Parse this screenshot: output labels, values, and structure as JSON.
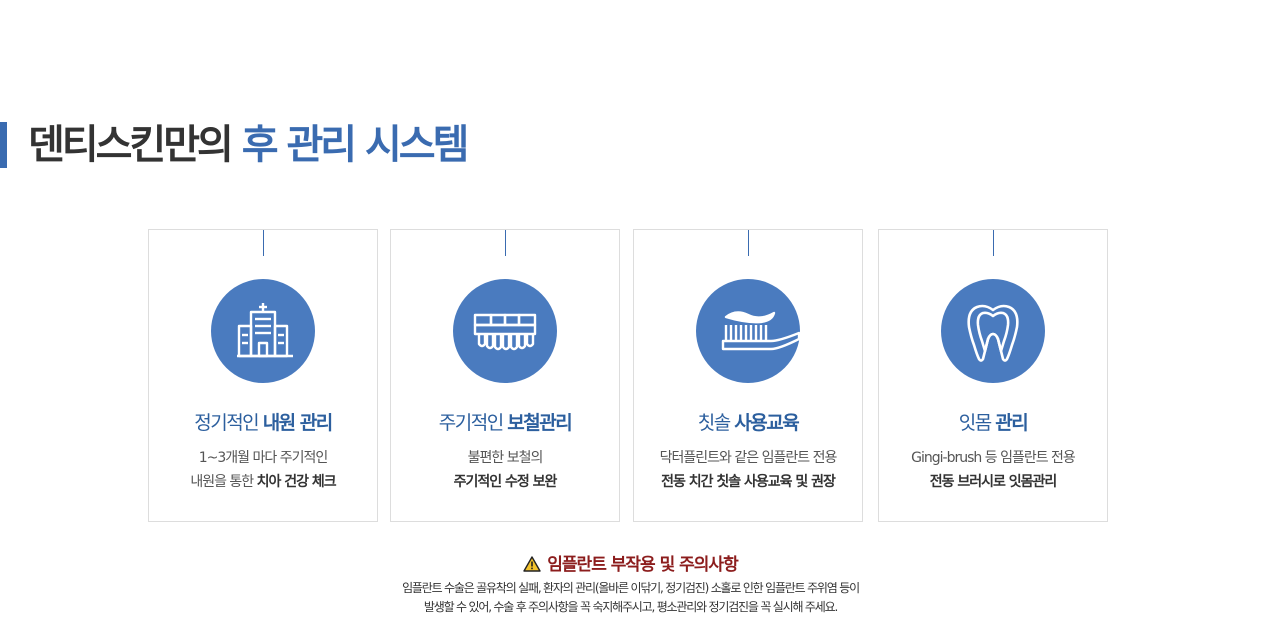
{
  "title": {
    "prefix": "덴티스킨만의",
    "accent": "후 관리 시스템"
  },
  "colors": {
    "accent": "#3a6bb0",
    "circle": "#4a7bbf",
    "warning": "#8c1d1d"
  },
  "cards": [
    {
      "icon": "hospital-icon",
      "title_normal": "정기적인",
      "title_bold": "내원 관리",
      "line1": "1~3개월 마다 주기적인",
      "line2_normal": "내원을 통한",
      "line2_bold": "치아 건강 체크"
    },
    {
      "icon": "prosthesis-icon",
      "title_normal": "주기적인",
      "title_bold": "보철관리",
      "line1": "불편한 보철의",
      "line2_normal": "",
      "line2_bold": "주기적인 수정 보완"
    },
    {
      "icon": "toothbrush-icon",
      "title_normal": "칫솔",
      "title_bold": "사용교육",
      "line1": "닥터플린트와 같은 임플란트 전용",
      "line2_normal": "",
      "line2_bold": "전동 치간 칫솔 사용교육 및 권장"
    },
    {
      "icon": "tooth-icon",
      "title_normal": "잇몸",
      "title_bold": "관리",
      "line1": "Gingi-brush 등 임플란트 전용",
      "line2_normal": "",
      "line2_bold": "전동 브러시로 잇몸관리"
    }
  ],
  "warning": {
    "icon": "warning-icon",
    "heading": "임플란트 부작용 및 주의사항",
    "line1": "임플란트 수술은 골유착의 실패, 환자의 관리(올바른 이닦기, 정기검진) 소홀로 인한 임플란트 주위염 등이",
    "line2": "발생할 수 있어, 수술 후 주의사항을 꼭 숙지해주시고, 평소관리와 정기검진을 꼭 실시해 주세요."
  }
}
